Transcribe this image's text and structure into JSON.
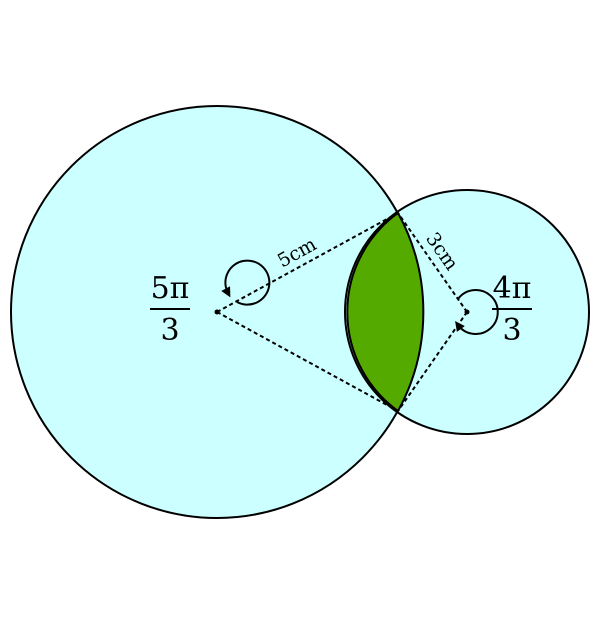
{
  "diagram": {
    "colors": {
      "circle_fill": "#ccffff",
      "lens_fill": "#55aa00",
      "outline": "#000000",
      "background": "#ffffff"
    },
    "labels": {
      "big_radius": "5cm",
      "small_radius": "3cm"
    },
    "angles": {
      "big": {
        "numerator": "5π",
        "denominator": "3"
      },
      "small": {
        "numerator": "4π",
        "denominator": "3"
      }
    }
  }
}
